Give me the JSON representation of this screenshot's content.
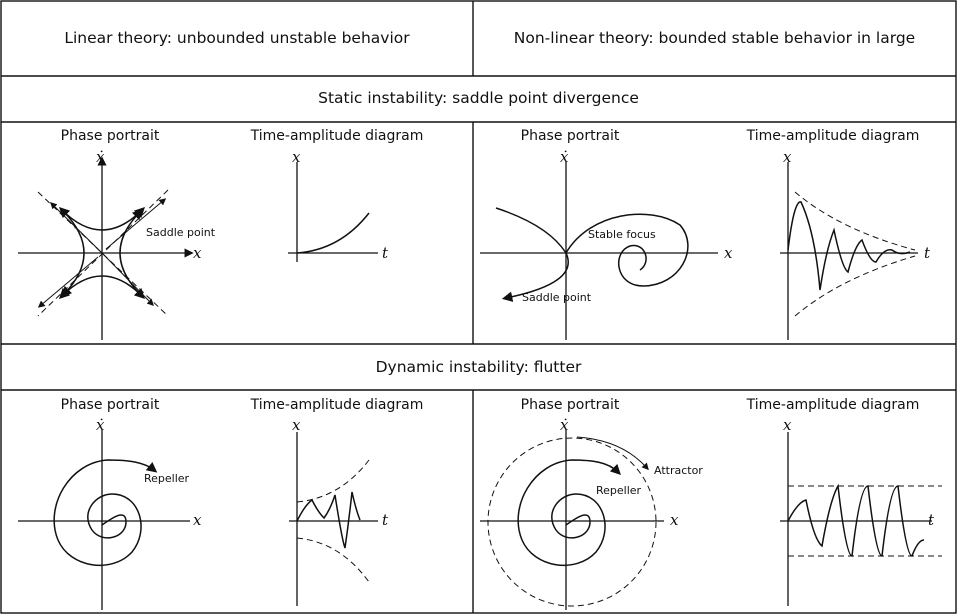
{
  "headers": {
    "linear": "Linear theory: unbounded unstable behavior",
    "nonlinear": "Non-linear theory: bounded stable behavior in large"
  },
  "sections": {
    "static": "Static instability: saddle point divergence",
    "dynamic": "Dynamic instability: flutter"
  },
  "panel_titles": {
    "phase": "Phase portrait",
    "time": "Time-amplitude diagram"
  },
  "axis_labels": {
    "x": "x",
    "xdot": "ẋ",
    "t": "t"
  },
  "annotations": {
    "saddle_point": "Saddle point",
    "stable_focus": "Stable focus",
    "repeller": "Repeller",
    "attractor": "Attractor"
  }
}
